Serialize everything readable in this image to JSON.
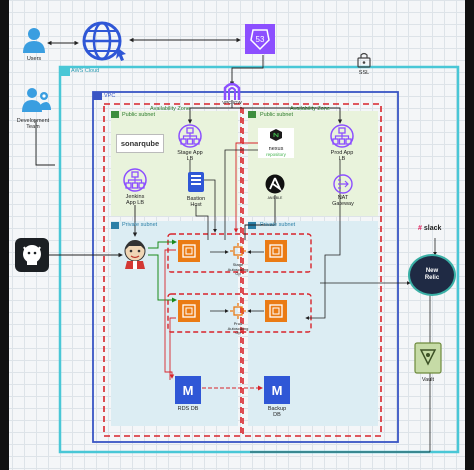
{
  "title": "",
  "labels": {
    "users": "Users",
    "dev_team": "Development\nTeam",
    "ssl": "SSL",
    "aws_cloud": "AWS Cloud",
    "vpc": "VPC",
    "az1": "Availability Zone",
    "az2": "Availability Zone",
    "pub_subnet_1": "Public subnet",
    "pub_subnet_2": "Public subnet",
    "priv_subnet_1": "Private subnet",
    "priv_subnet_2": "Private subnet",
    "sonarqube": "sonarqube",
    "stage_lb": "Stage App\nLB",
    "jenkins_lb": "Jenkins\nApp LB",
    "bastion": "Bastion\nHost",
    "nexus_logo": "nexus",
    "nexus_sub": "repository",
    "ansible": "ANSIBLE",
    "prod_lb": "Prod App\nLB",
    "nat": "NAT\nGateway",
    "igw": "VPC IGW",
    "stage_asg": "Stage\nAutoscaling\nGp",
    "prod_asg": "Prod\nAutoscaling\nGp",
    "rds_db": "RDS DB",
    "backup_db": "Backup\nDB",
    "slack": "slack",
    "new_relic": "New\nRelic",
    "vault": "Vault",
    "route53": "53"
  },
  "colors": {
    "aws_cloud": "#49c7d6",
    "vpc": "#3a55c4",
    "az_dash": "#d8232a",
    "public_subnet": "#e9f3dc",
    "private_subnet": "#dcedf3",
    "purple": "#8c4fff",
    "orange": "#ea7b14",
    "blue_icon": "#2f57d6",
    "green_line": "#1a8a1a"
  }
}
